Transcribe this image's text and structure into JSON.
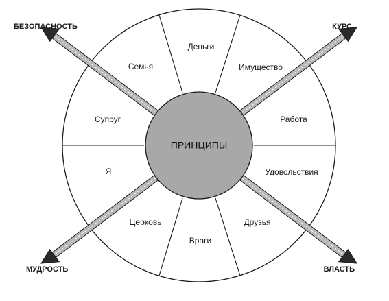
{
  "center": {
    "label": "ПРИНЦИПЫ"
  },
  "segments": [
    {
      "id": "dengi",
      "label": "Деньги"
    },
    {
      "id": "imushchestvo",
      "label": "Имущество"
    },
    {
      "id": "rabota",
      "label": "Работа"
    },
    {
      "id": "udovolstviya",
      "label": "Удовольствия"
    },
    {
      "id": "druzya",
      "label": "Друзья"
    },
    {
      "id": "vragi",
      "label": "Враги"
    },
    {
      "id": "tserkov",
      "label": "Церковь"
    },
    {
      "id": "ya",
      "label": "Я"
    },
    {
      "id": "suprug",
      "label": "Супруг"
    },
    {
      "id": "semya",
      "label": "Семья"
    }
  ],
  "arrows": {
    "top_left": "БЕЗОПАСНОСТЬ",
    "top_right": "КУРС",
    "bottom_left": "МУДРОСТЬ",
    "bottom_right": "ВЛАСТЬ"
  },
  "colors": {
    "center_fill": "#a8a8a8",
    "line": "#1a1a1a",
    "arrow_fill": "#b8b8b8"
  }
}
